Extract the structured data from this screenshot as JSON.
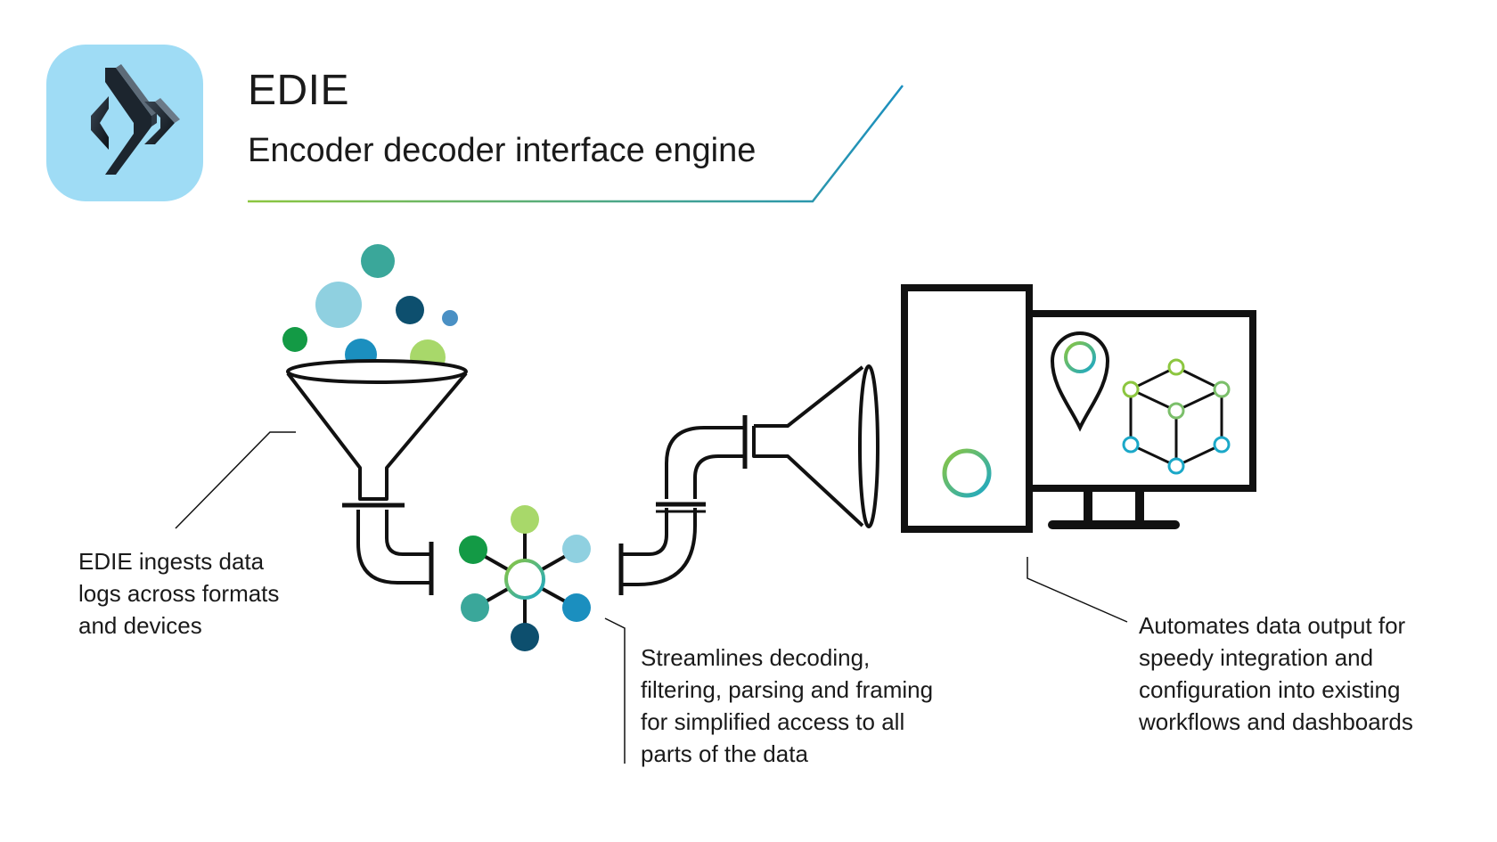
{
  "header": {
    "title": "EDIE",
    "subtitle": "Encoder decoder interface engine"
  },
  "logo": {
    "icon": "edie-chevron-logo-icon",
    "tile_color": "#9fdcf5"
  },
  "captions": {
    "ingest": [
      "EDIE ingests data",
      "logs across formats",
      "and devices"
    ],
    "decode": [
      "Streamlines decoding,",
      "filtering, parsing and framing",
      "for simplified access to all",
      "parts of the data"
    ],
    "output": [
      "Automates data output for",
      "speedy integration and",
      "configuration into existing",
      "workflows and dashboards"
    ]
  },
  "icons": [
    "data-bubbles-icon",
    "funnel-icon",
    "pipe-icon",
    "network-node-icon",
    "megaphone-icon",
    "computer-tower-icon",
    "monitor-icon",
    "location-pin-icon",
    "cube-network-icon"
  ],
  "colors": {
    "accent_blue": "#1b8fbf",
    "accent_green": "#8cc63f",
    "dark_green": "#139a45",
    "teal": "#3aa79a",
    "navy": "#0d4f6e",
    "light_blue": "#8fd0e0",
    "lime": "#a8d86a",
    "outline": "#111111"
  }
}
